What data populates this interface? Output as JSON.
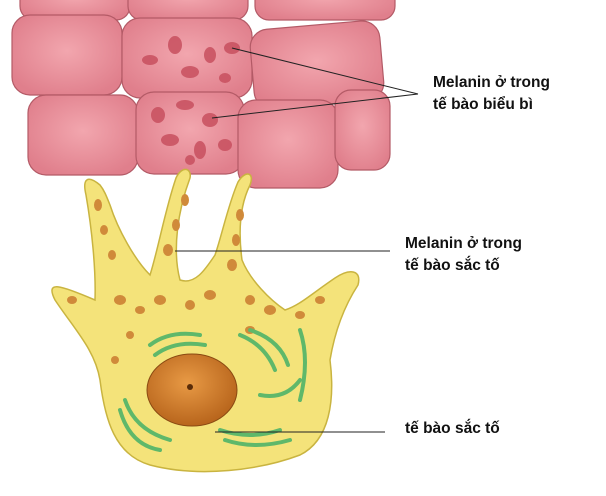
{
  "labels": {
    "epidermal_melanin": [
      "Melanin ở trong",
      "tế bào biểu bì"
    ],
    "melanocyte_melanin": [
      "Melanin ở trong",
      "tế bào sắc tố"
    ],
    "melanocyte": "tế bào sắc tố"
  },
  "colors": {
    "cell_fill": "#ea8c97",
    "cell_stroke": "#b35a66",
    "melanocyte_fill": "#f4e37a",
    "melanocyte_stroke": "#c9b440",
    "melanin_granule": "#d08a3a",
    "nucleus": "#d9822b",
    "organelle": "#5fb86a"
  }
}
